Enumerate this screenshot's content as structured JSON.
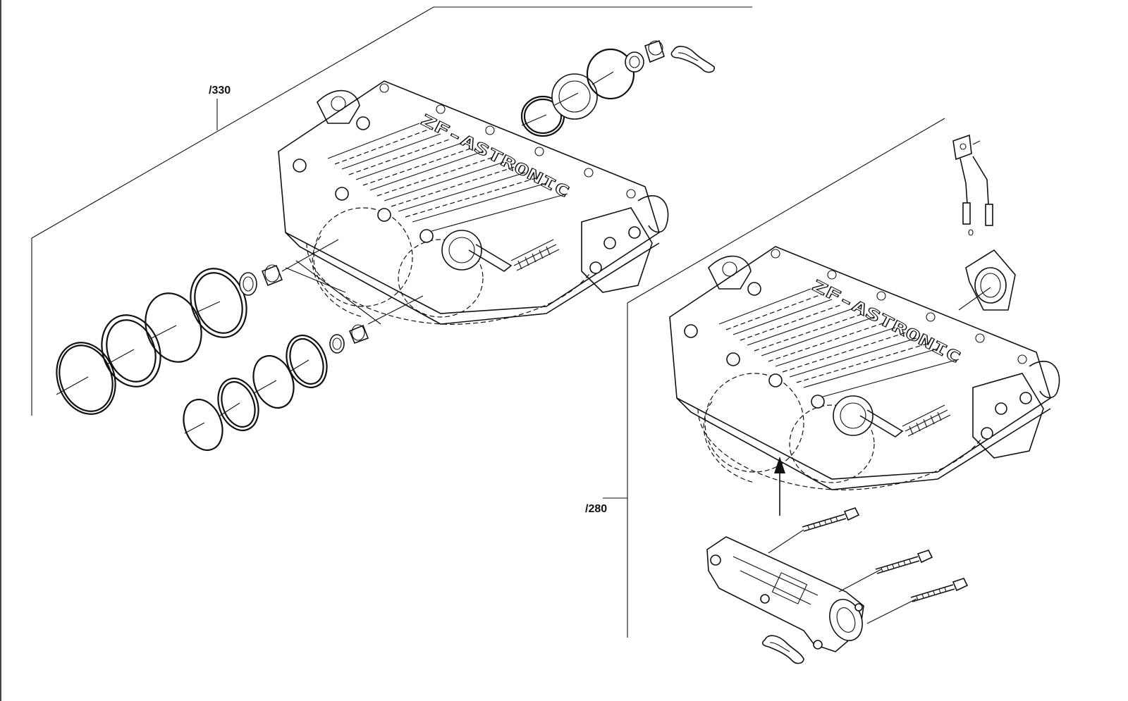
{
  "callouts": {
    "group_330": "/330",
    "group_280": "/280"
  },
  "housing": {
    "brand_text": "ZF-ASTRONIC"
  }
}
